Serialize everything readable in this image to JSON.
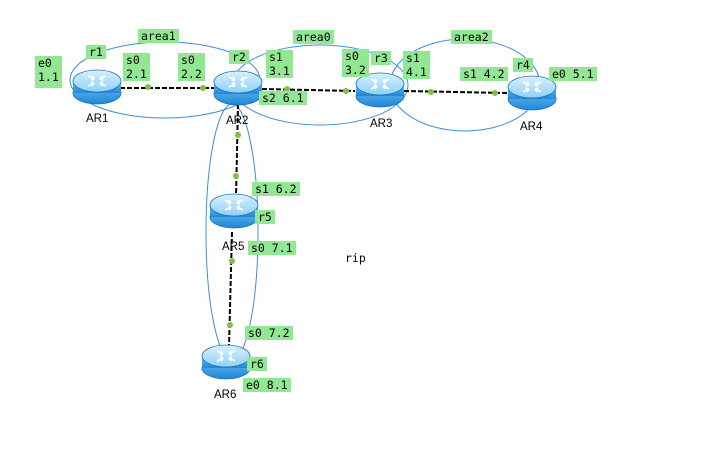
{
  "diagram": {
    "colors": {
      "label_bg": "#92e892",
      "area_ring": "#3a8fd8",
      "link": "#000000",
      "port_dot": "#7dc242",
      "router_body": "#3aa3e6",
      "router_top": "#9ed8fb"
    },
    "icon": "router-icon",
    "routers": [
      {
        "id": "ar1",
        "name": "AR1",
        "tag": "r1",
        "iface": "e0\n1.1"
      },
      {
        "id": "ar2",
        "name": "AR2",
        "tag": "r2"
      },
      {
        "id": "ar3",
        "name": "AR3",
        "tag": "r3"
      },
      {
        "id": "ar4",
        "name": "AR4",
        "tag": "r4",
        "iface": "e0 5.1"
      },
      {
        "id": "ar5",
        "name": "AR5",
        "tag": "r5"
      },
      {
        "id": "ar6",
        "name": "AR6",
        "tag": "r6",
        "iface": "e0 8.1"
      }
    ],
    "areas": [
      "area1",
      "area0",
      "area2"
    ],
    "protocol_label": "rip",
    "links": [
      {
        "from": "ar1",
        "to": "ar2",
        "a_label": "s0\n2.1",
        "b_label": "s0\n2.2"
      },
      {
        "from": "ar2",
        "to": "ar3",
        "a_label": "s1\n3.1",
        "b_label": "s0\n3.2"
      },
      {
        "from": "ar3",
        "to": "ar4",
        "a_label": "s1\n4.1",
        "b_label": "s1 4.2"
      },
      {
        "from": "ar2",
        "to": "ar5",
        "a_label": "s2 6.1",
        "b_label": "s1 6.2"
      },
      {
        "from": "ar5",
        "to": "ar6",
        "a_label": "s0 7.1",
        "b_label": "s0 7.2"
      }
    ]
  }
}
